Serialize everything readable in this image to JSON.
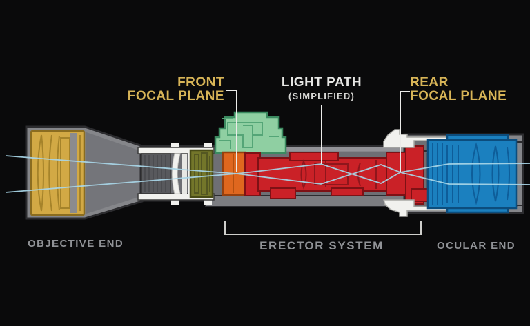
{
  "annotations": {
    "front_focal_plane": {
      "line1": "FRONT",
      "line2": "FOCAL PLANE"
    },
    "light_path": {
      "line1": "LIGHT PATH",
      "line2": "(SIMPLIFIED)"
    },
    "rear_focal_plane": {
      "line1": "REAR",
      "line2": "FOCAL PLANE"
    }
  },
  "section_labels": {
    "objective_end": "OBJECTIVE END",
    "erector_system": "ERECTOR SYSTEM",
    "ocular_end": "OCULAR END"
  },
  "colors": {
    "background": "#0a0a0b",
    "annotation_gold": "#d7b457",
    "annotation_white": "#e6e6e4",
    "section_label_gray": "#909296",
    "objective_lens_gold": "#d2a945",
    "housing_gray": "#85868a",
    "housing_inner_gray": "#6e6f74",
    "focus_cell_white": "#f1f1ee",
    "field_lens_olive": "#73762a",
    "front_focal_plane_orange": "#df671f",
    "erector_red": "#ca2127",
    "turret_mint": "#8fcfa2",
    "ocular_blue": "#1b80bf",
    "light_ray_blue": "#a9d6e8",
    "leader_line_white": "#ebebe9",
    "bracket_gray": "#cfcfcc"
  },
  "diagram": {
    "type": "riflescope-optical-cross-section",
    "components": [
      "objective lens assembly",
      "objective bell housing",
      "main tube",
      "focus cell",
      "field lens group",
      "front focal plane element",
      "elevation turret",
      "erector lens system",
      "rear focal plane",
      "eyepiece / ocular lens assembly",
      "simplified light path rays"
    ]
  }
}
